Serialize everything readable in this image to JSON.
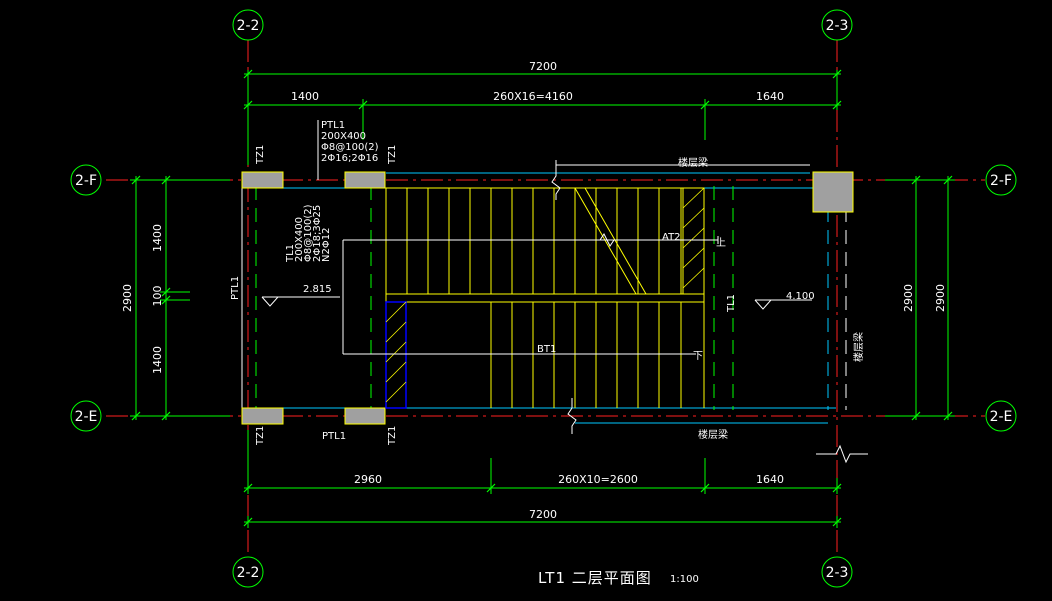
{
  "drawing": {
    "title": "LT1  二层平面图",
    "scale": "1:100"
  },
  "axes": {
    "col_left": "2-2",
    "col_right": "2-3",
    "row_top": "2-F",
    "row_bottom": "2-E"
  },
  "dimensions": {
    "top_total": "7200",
    "top_segments": [
      "1400",
      "260X16=4160",
      "1640"
    ],
    "bottom_segments": [
      "2960",
      "260X10=2600",
      "1640"
    ],
    "bottom_total": "7200",
    "left_total": "2900",
    "left_segments": [
      "1400",
      "100",
      "1400"
    ],
    "right_a": "2900",
    "right_b": "2900"
  },
  "labels": {
    "tz1": "TZ1",
    "ptl1": "PTL1",
    "ptl1_note": [
      "PTL1",
      "200X400",
      "Φ8@100(2)",
      "2Φ16;2Φ16"
    ],
    "tl1_note": [
      "TL1",
      "200X400",
      "Φ8@100(2)",
      "2Φ18;3Φ25",
      "N2Φ12"
    ],
    "tl1": "TL1",
    "level_landing": "2.815",
    "level_floor": "4.100",
    "at2": "AT2",
    "bt1": "BT1",
    "up": "上",
    "down": "下",
    "floor_beam": "楼层梁"
  },
  "colors": {
    "green": "#00ff00",
    "yellow": "#ffff00",
    "red": "#ff2020",
    "cyan": "#00c8ff",
    "grey": "#a0a0a0",
    "blue": "#0000ff",
    "white": "#ffffff"
  }
}
